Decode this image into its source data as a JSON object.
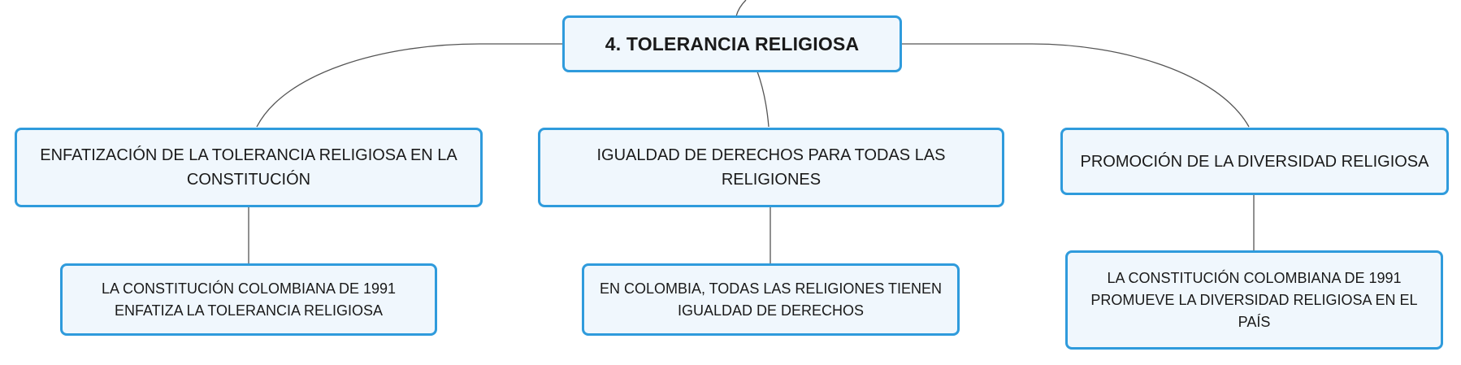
{
  "colors": {
    "node_border": "#2f9bdc",
    "node_fill": "#f0f7fd",
    "connector": "#555555",
    "text": "#1a1a1a"
  },
  "root": {
    "label": "4. TOLERANCIA RELIGIOSA"
  },
  "branches": [
    {
      "label": "ENFATIZACIÓN DE LA TOLERANCIA RELIGIOSA EN LA CONSTITUCIÓN",
      "child": {
        "label": "LA CONSTITUCIÓN COLOMBIANA DE 1991 ENFATIZA LA TOLERANCIA RELIGIOSA"
      }
    },
    {
      "label": "IGUALDAD DE DERECHOS PARA TODAS LAS RELIGIONES",
      "child": {
        "label": "EN COLOMBIA, TODAS LAS RELIGIONES TIENEN IGUALDAD DE DERECHOS"
      }
    },
    {
      "label": "PROMOCIÓN DE LA DIVERSIDAD RELIGIOSA",
      "child": {
        "label": "LA CONSTITUCIÓN COLOMBIANA DE 1991 PROMUEVE LA DIVERSIDAD RELIGIOSA EN EL PAÍS"
      }
    }
  ]
}
